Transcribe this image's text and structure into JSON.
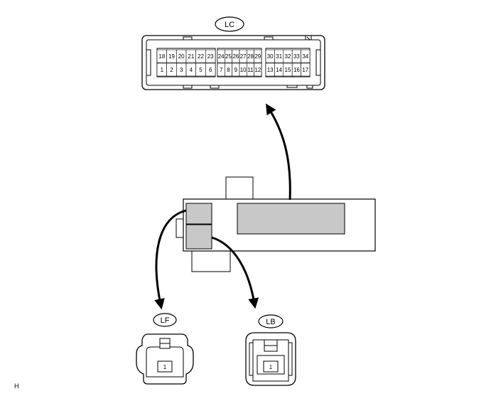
{
  "connectors": {
    "lc": {
      "label": "LC",
      "top_row": [
        "18",
        "19",
        "20",
        "21",
        "22",
        "23",
        "24",
        "25",
        "26",
        "27",
        "28",
        "29",
        "30",
        "31",
        "32",
        "33",
        "34"
      ],
      "bottom_row": [
        "1",
        "2",
        "3",
        "4",
        "5",
        "6",
        "7",
        "8",
        "9",
        "10",
        "11",
        "12",
        "13",
        "14",
        "15",
        "16",
        "17"
      ]
    },
    "lf": {
      "label": "LF",
      "pin": "1"
    },
    "lb": {
      "label": "LB",
      "pin": "1"
    }
  },
  "figure_code": "H",
  "colors": {
    "line": "#000000",
    "connector_fill": "#c8c8c8",
    "background": "#ffffff"
  }
}
